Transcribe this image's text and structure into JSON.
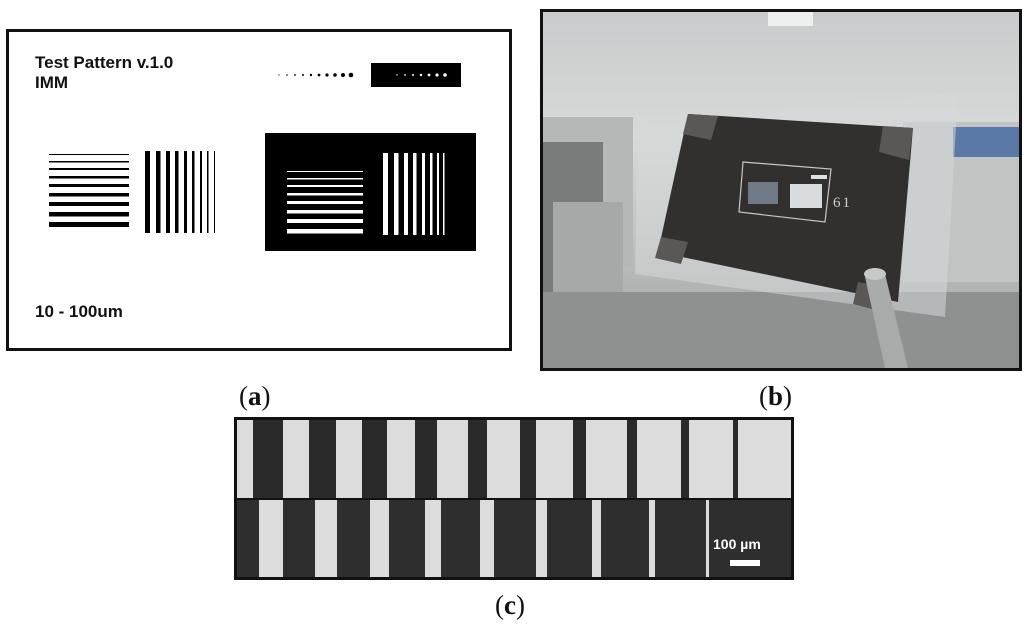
{
  "panel_a": {
    "title_line1": "Test Pattern v.1.0",
    "title_line2": "IMM",
    "scale_text": "10 - 100um"
  },
  "panel_b": {
    "slide_number": "61"
  },
  "panel_c": {
    "scale_bar_label": "100 µm"
  },
  "labels": {
    "a": "a",
    "b": "b",
    "c": "c"
  },
  "colors": {
    "frame": "#111111",
    "pattern_black": "#000000",
    "micrograph_dark": "#2a2a2a",
    "micrograph_light": "#dcdcdc"
  }
}
